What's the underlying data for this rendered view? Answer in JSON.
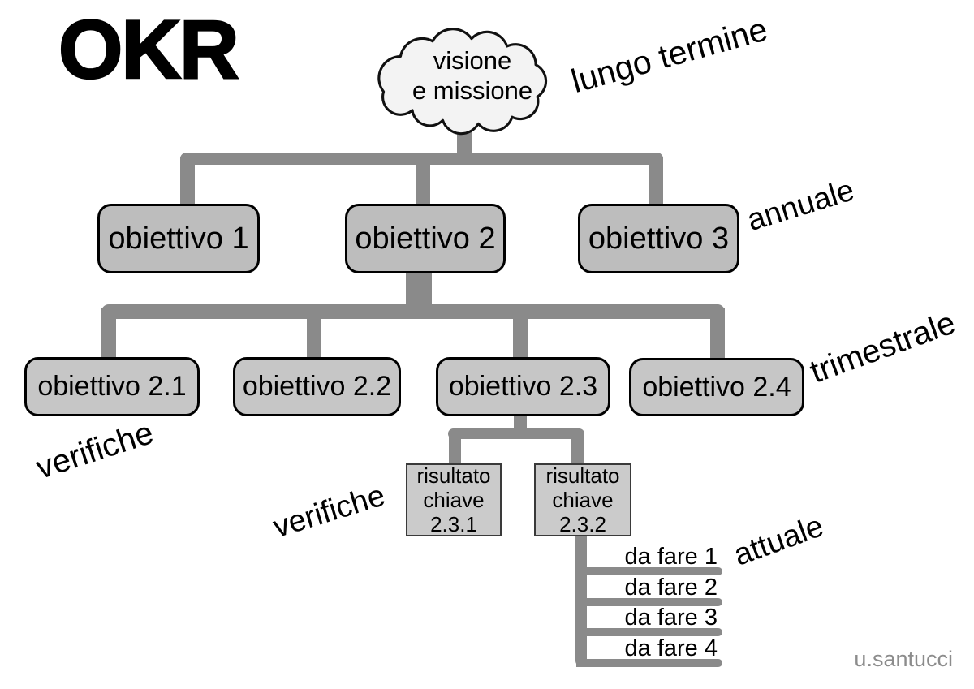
{
  "title": "OKR",
  "cloud": {
    "line1": "visione",
    "line2": "e missione"
  },
  "annotations": {
    "lungo_termine": "lungo termine",
    "annuale": "annuale",
    "trimestrale": "trimestrale",
    "verifiche_left": "verifiche",
    "verifiche_mid": "verifiche",
    "attuale": "attuale"
  },
  "level1": [
    {
      "label": "obiettivo 1"
    },
    {
      "label": "obiettivo 2"
    },
    {
      "label": "obiettivo 3"
    }
  ],
  "level2": [
    {
      "label": "obiettivo 2.1"
    },
    {
      "label": "obiettivo 2.2"
    },
    {
      "label": "obiettivo 2.3"
    },
    {
      "label": "obiettivo 2.4"
    }
  ],
  "key_results": [
    {
      "label": "risultato\nchiave\n2.3.1"
    },
    {
      "label": "risultato\nchiave\n2.3.2"
    }
  ],
  "todos": [
    {
      "label": "da fare 1"
    },
    {
      "label": "da fare 2"
    },
    {
      "label": "da fare 3"
    },
    {
      "label": "da fare 4"
    }
  ],
  "watermark": "u.santucci",
  "colors": {
    "connector": "#8a8a8a",
    "l1fill": "#bdbdbd",
    "l2fill": "#c6c6c6",
    "krfill": "#cbcbcb",
    "cloudfill": "#f3f3f3",
    "wm": "#8c8c8c"
  }
}
